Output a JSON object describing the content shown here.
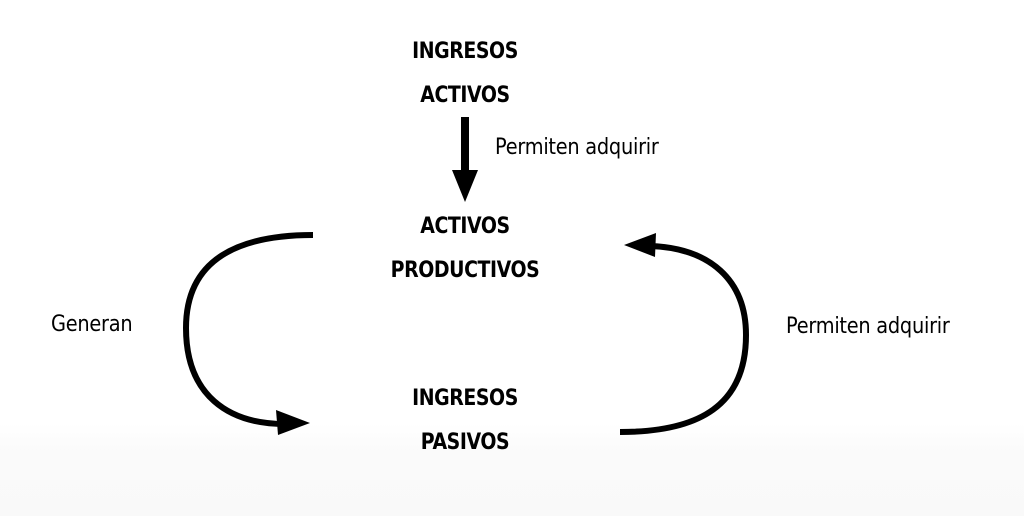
{
  "diagram": {
    "nodes": {
      "ingresos_activos": {
        "line1": "INGRESOS",
        "line2": "ACTIVOS"
      },
      "activos_productivos": {
        "line1": "ACTIVOS",
        "line2": "PRODUCTIVOS"
      },
      "ingresos_pasivos": {
        "line1": "INGRESOS",
        "line2": "PASIVOS"
      }
    },
    "edges": [
      {
        "from": "INGRESOS ACTIVOS",
        "to": "ACTIVOS PRODUCTIVOS",
        "label": "Permiten adquirir"
      },
      {
        "from": "ACTIVOS PRODUCTIVOS",
        "to": "INGRESOS PASIVOS",
        "label": "Generan"
      },
      {
        "from": "INGRESOS PASIVOS",
        "to": "ACTIVOS PRODUCTIVOS",
        "label": "Permiten adquirir"
      }
    ],
    "colors": {
      "line": "#000000",
      "text": "#000000",
      "background": "#ffffff"
    }
  }
}
